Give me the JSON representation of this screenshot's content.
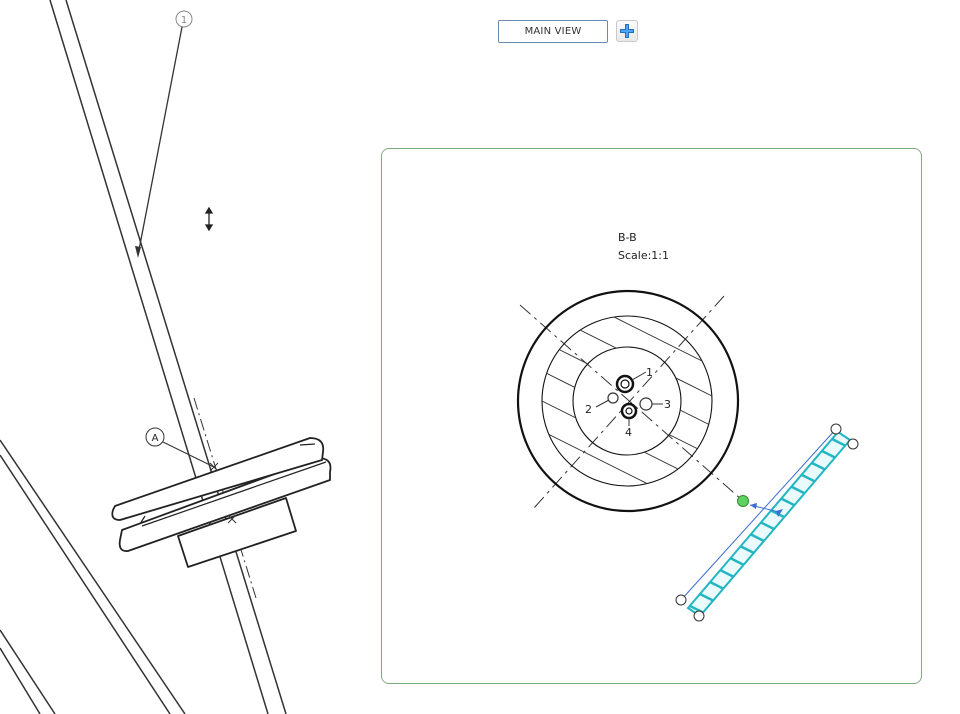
{
  "toolbar": {
    "main_view_label": "MAIN VIEW",
    "add_view_icon": "plus-icon"
  },
  "section_view": {
    "title": "B-B",
    "scale": "Scale:1:1",
    "hole_labels": [
      "1",
      "2",
      "3",
      "4"
    ]
  },
  "main_view": {
    "balloon_number": "1",
    "datum_label": "A"
  },
  "colors": {
    "accent_frame": "#7faa7f",
    "hatch_cyan": "#22b5c2",
    "handle_green": "#5fd35f",
    "button_border": "#6d8bb0"
  },
  "icons": [
    "plus-icon",
    "resize-cursor-icon",
    "selection-handle-icon"
  ]
}
